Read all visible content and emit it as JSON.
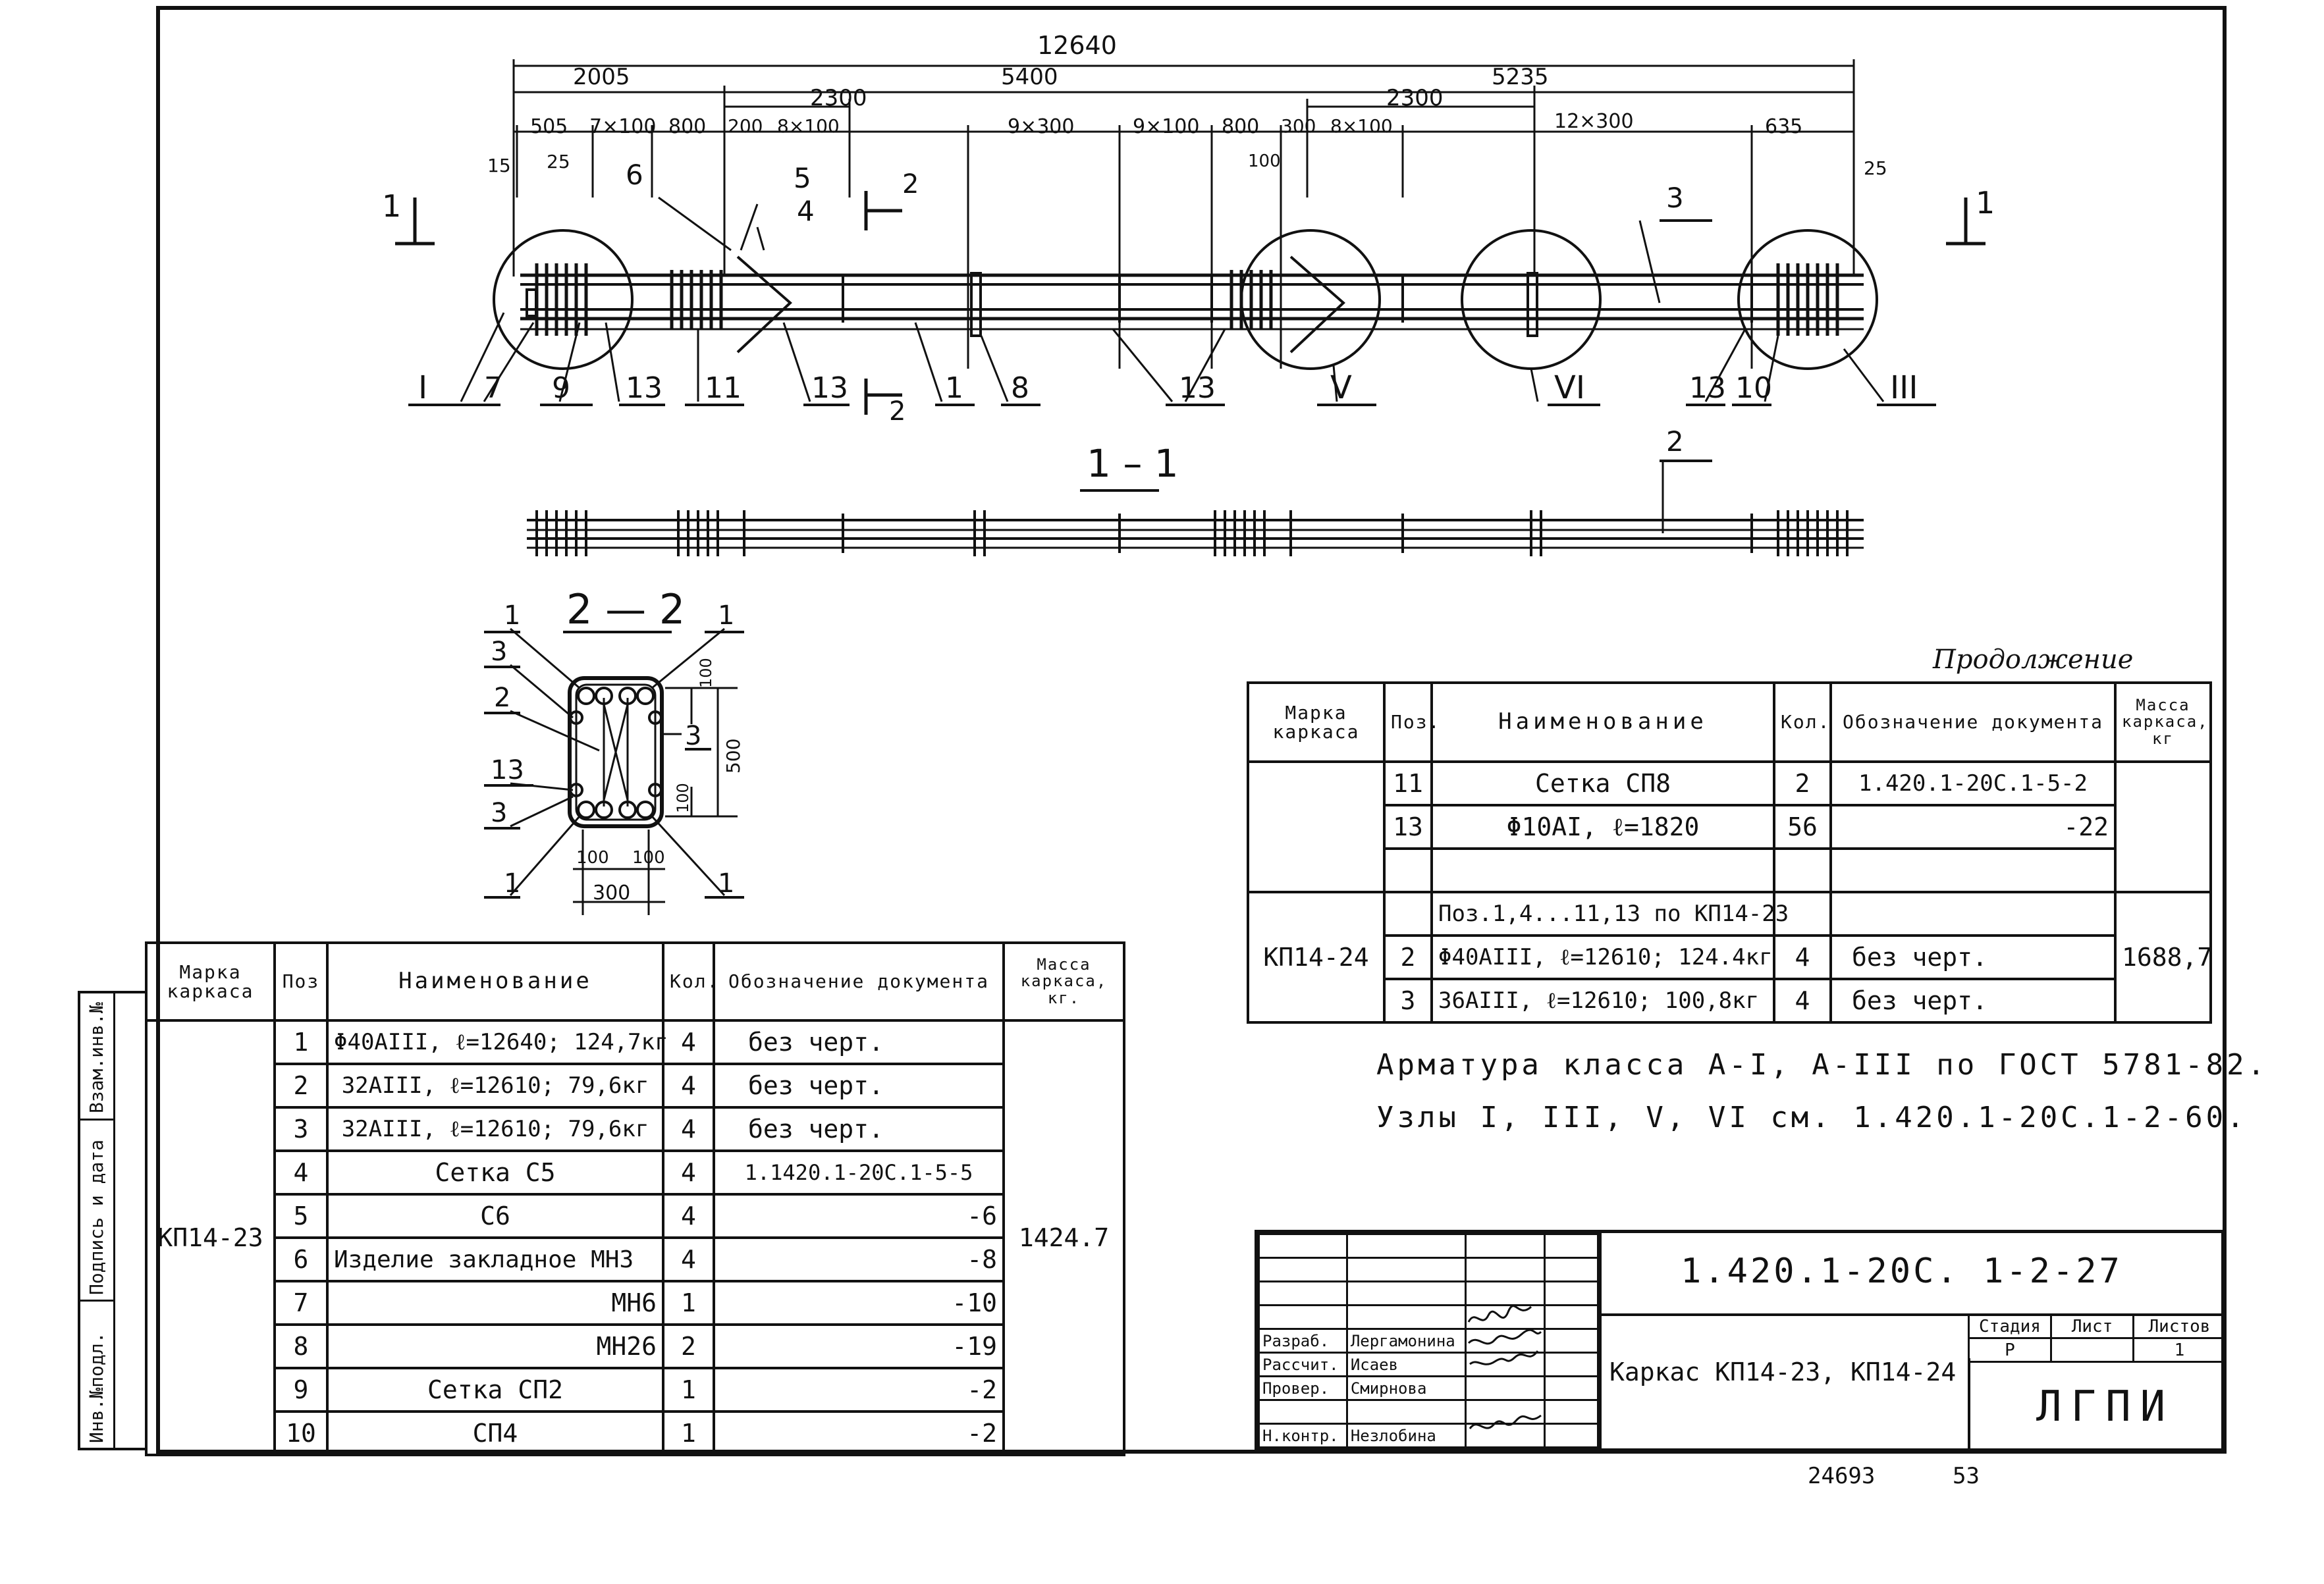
{
  "drawing": {
    "dims_top": {
      "overall": "12640",
      "seg1": "2005",
      "seg2": "5400",
      "seg3": "5235",
      "d505": "505",
      "d7x100": "7×100",
      "d800a": "800",
      "d200": "200",
      "d8x100a": "8×100",
      "d2300a": "2300",
      "d9x300": "9×300",
      "d9x100": "9×100",
      "d800b": "800",
      "d300": "300",
      "d8x100b": "8×100",
      "d2300b": "2300",
      "d12x300": "12×300",
      "d635": "635",
      "d15": "15",
      "d25a": "25",
      "d100": "100",
      "d25b": "25"
    },
    "pos_labels": [
      "1",
      "2",
      "3",
      "4",
      "5",
      "6",
      "7",
      "8",
      "9",
      "10",
      "11",
      "13"
    ],
    "node_labels": [
      "I",
      "III",
      "V",
      "VI"
    ],
    "section_1_1": "1 – 1",
    "section_2_2": "2 — 2",
    "section_cut_1": "1",
    "section_cut_2": "2",
    "sec22_dims": {
      "d100a": "100",
      "d500": "500",
      "d100b": "100",
      "d100c": "100",
      "d100d": "100",
      "d300": "300"
    }
  },
  "continuation_label": "Продолжение",
  "table_right": {
    "headers": [
      "Марка каркаса",
      "Поз.",
      "Наименование",
      "Кол.",
      "Обозначение документа",
      "Масса каркаса, кг"
    ],
    "rows": [
      {
        "pos": "11",
        "name": "Сетка СП8",
        "qty": "2",
        "doc": "1.420.1-20С.1-5-2"
      },
      {
        "pos": "13",
        "name": "Φ10АI, ℓ=1820",
        "qty": "56",
        "doc": "-22"
      },
      {
        "pos": "",
        "name": "",
        "qty": "",
        "doc": ""
      },
      {
        "pos": "",
        "name": "Поз.1,4...11,13 по КП14-23",
        "qty": "",
        "doc": ""
      },
      {
        "pos": "2",
        "name": "Φ40АIII, ℓ=12610; 124.4кг",
        "qty": "4",
        "doc": "без черт."
      },
      {
        "pos": "3",
        "name": "36АIII, ℓ=12610; 100,8кг",
        "qty": "4",
        "doc": "без черт."
      }
    ],
    "mark": "КП14-24",
    "mass": "1688,7"
  },
  "notes": {
    "line1": "Арматура класса А-I, А-III по ГОСТ 5781-82.",
    "line2": "Узлы I, III, V, VI см. 1.420.1-20С.1-2-60."
  },
  "table_left": {
    "headers": [
      "Марка каркаса",
      "Поз",
      "Наименование",
      "Кол.",
      "Обозначение документа",
      "Масса каркаса, кг."
    ],
    "rows": [
      {
        "pos": "1",
        "name": "Φ40АIII, ℓ=12640; 124,7кг",
        "qty": "4",
        "doc": "без черт."
      },
      {
        "pos": "2",
        "name": "32АIII, ℓ=12610; 79,6кг",
        "qty": "4",
        "doc": "без черт."
      },
      {
        "pos": "3",
        "name": "32АIII, ℓ=12610; 79,6кг",
        "qty": "4",
        "doc": "без черт."
      },
      {
        "pos": "4",
        "name": "Сетка С5",
        "qty": "4",
        "doc": "1.1420.1-20С.1-5-5"
      },
      {
        "pos": "5",
        "name": "С6",
        "qty": "4",
        "doc": "-6"
      },
      {
        "pos": "6",
        "name": "Изделие закладное МН3",
        "qty": "4",
        "doc": "-8"
      },
      {
        "pos": "7",
        "name": "МН6",
        "qty": "1",
        "doc": "-10"
      },
      {
        "pos": "8",
        "name": "МН26",
        "qty": "2",
        "doc": "-19"
      },
      {
        "pos": "9",
        "name": "Сетка СП2",
        "qty": "1",
        "doc": "-2"
      },
      {
        "pos": "10",
        "name": "СП4",
        "qty": "1",
        "doc": "-2"
      }
    ],
    "mark": "КП14-23",
    "mass": "1424.7"
  },
  "sidebar": {
    "vzam": "Взам.инв.№",
    "podpis": "Подпись и дата",
    "inv": "Инв.№подл."
  },
  "title_block": {
    "code": "1.420.1-20С.  1-2-27",
    "title": "Каркас КП14-23, КП14-24",
    "stage_h": "Стадия",
    "sheet_h": "Лист",
    "sheets_h": "Листов",
    "stage": "Р",
    "sheet": "",
    "sheets": "1",
    "org": "ЛГПИ",
    "roles": [
      {
        "role": "Разраб.",
        "name": "Лергамонина"
      },
      {
        "role": "Рассчит.",
        "name": "Исаев"
      },
      {
        "role": "Провер.",
        "name": "Смирнова"
      },
      {
        "role": "Н.контр.",
        "name": "Незлобина"
      }
    ]
  },
  "footer": {
    "inv_no": "24693",
    "page": "53"
  }
}
